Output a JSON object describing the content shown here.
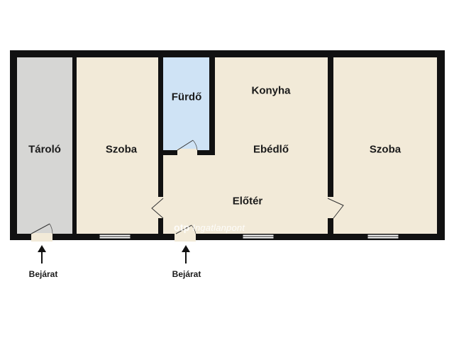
{
  "colors": {
    "wall": "#111111",
    "storage": "#d6d6d4",
    "room": "#f2ead8",
    "bath": "#cfe3f5",
    "window": "#ffffff"
  },
  "rooms": {
    "storage": "Tároló",
    "room_left": "Szoba",
    "bathroom": "Fürdő",
    "kitchen": "Konyha",
    "dining": "Ebédlő",
    "hall": "Előtér",
    "room_right": "Szoba"
  },
  "entrances": {
    "left": "Bejárat",
    "center": "Bejárat"
  },
  "watermark": {
    "brand": "otp",
    "suffix": "Ingatlanpont"
  },
  "icons": {
    "entrance_arrow": "arrow-up-icon"
  }
}
